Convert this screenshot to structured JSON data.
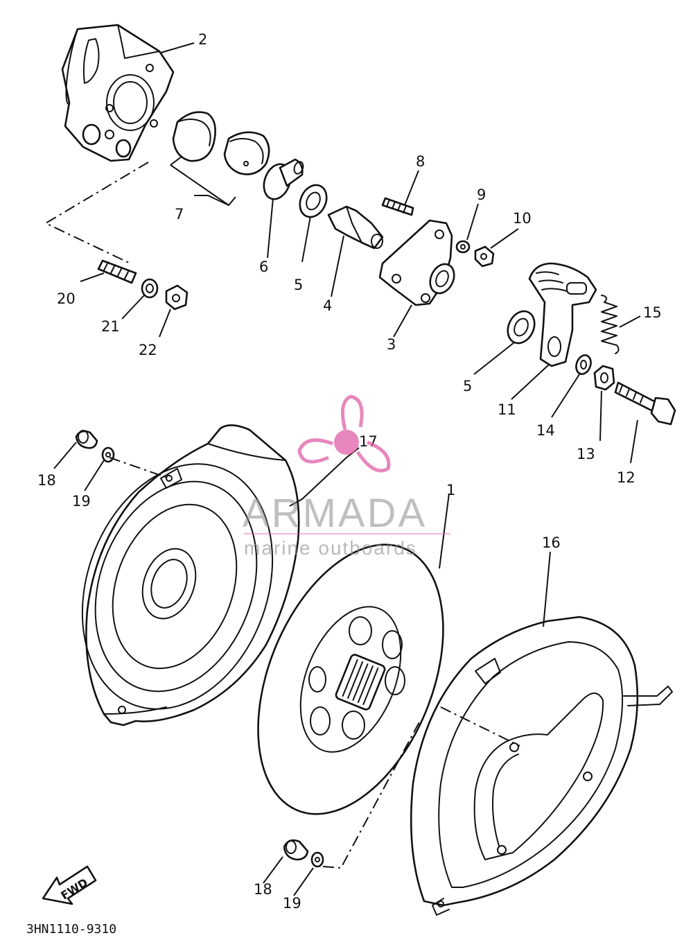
{
  "diagram": {
    "code": "3HN1110-9310",
    "fwd_label": "FWD",
    "watermark": {
      "brand": "ARMADA",
      "tagline": "marine outboards",
      "logo_color": "#e05fa8"
    },
    "labels": {
      "p1": "1",
      "p2": "2",
      "p3": "3",
      "p4": "4",
      "p5a": "5",
      "p5b": "5",
      "p6": "6",
      "p7": "7",
      "p8": "8",
      "p9": "9",
      "p10": "10",
      "p11": "11",
      "p12": "12",
      "p13": "13",
      "p14": "14",
      "p15": "15",
      "p16": "16",
      "p17": "17",
      "p18a": "18",
      "p18b": "18",
      "p19a": "19",
      "p19b": "19",
      "p20": "20",
      "p21": "21",
      "p22": "22"
    }
  }
}
